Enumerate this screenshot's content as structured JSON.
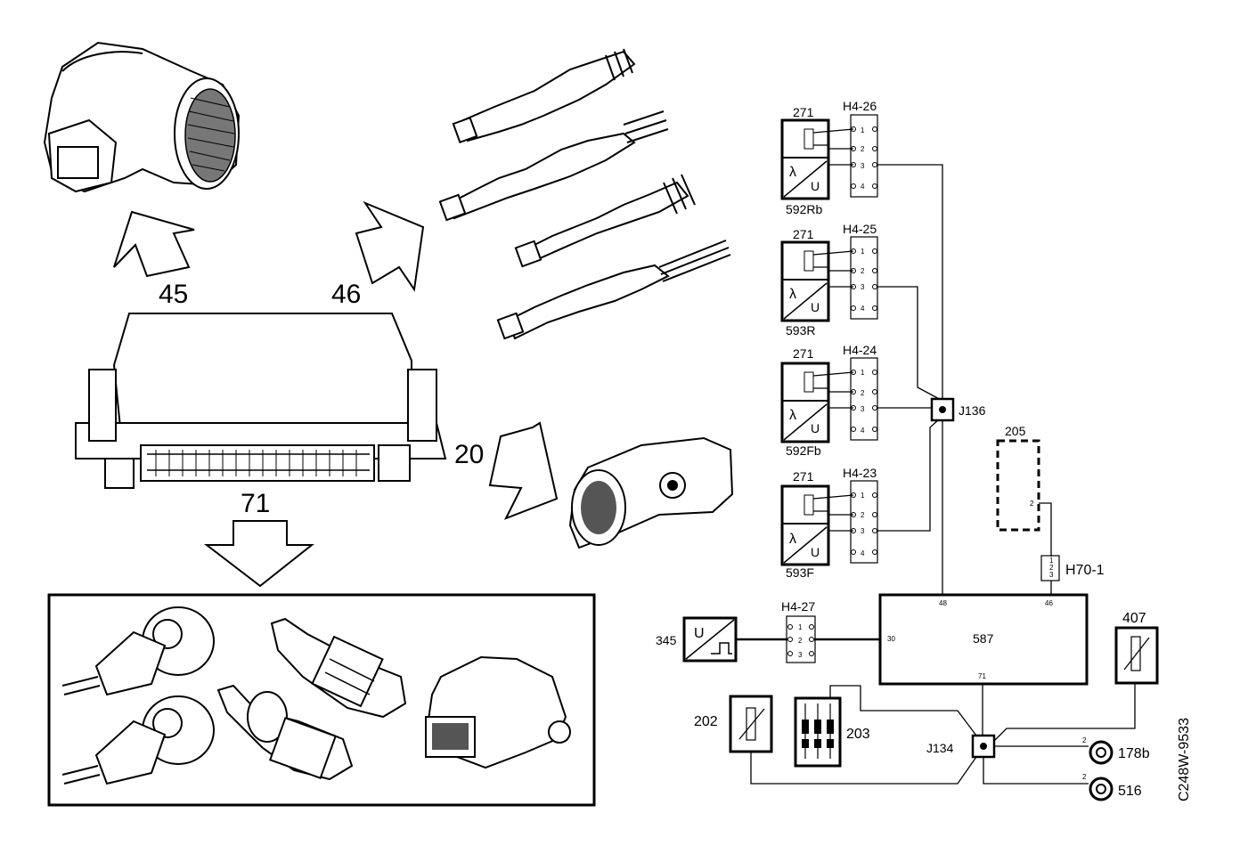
{
  "colors": {
    "ink": "#000000",
    "paper": "#ffffff"
  },
  "callouts": {
    "c45": "45",
    "c46": "46",
    "c20": "20",
    "c71": "71"
  },
  "sensor_units": [
    {
      "block": "271",
      "connector": "H4-26",
      "code": "592Rb",
      "pins": [
        "1",
        "2",
        "3",
        "4"
      ]
    },
    {
      "block": "271",
      "connector": "H4-25",
      "code": "593R",
      "pins": [
        "1",
        "2",
        "3",
        "4"
      ]
    },
    {
      "block": "271",
      "connector": "H4-24",
      "code": "592Fb",
      "pins": [
        "1",
        "2",
        "3",
        "4"
      ]
    },
    {
      "block": "271",
      "connector": "H4-23",
      "code": "593F",
      "pins": [
        "1",
        "2",
        "3",
        "4"
      ]
    }
  ],
  "lambda_symbol": "λ",
  "voltage_symbol": "U",
  "junctions": {
    "j136": "J136",
    "j134": "J134"
  },
  "components": {
    "c205": "205",
    "h70": "H70-1",
    "h70_pins": [
      "1",
      "2",
      "3"
    ],
    "h427": "H4-27",
    "h427_pins": [
      "1",
      "2",
      "3"
    ],
    "c345": "345",
    "c587": "587",
    "c587_pin_top_left": "48",
    "c587_pin_top_right": "46",
    "c587_pin_left": "30",
    "c587_pin_bottom": "71",
    "c407": "407",
    "c202": "202",
    "c203": "203",
    "c178b": "178b",
    "c516": "516",
    "pin_2": "2"
  },
  "figure_code": "C248W-9533"
}
